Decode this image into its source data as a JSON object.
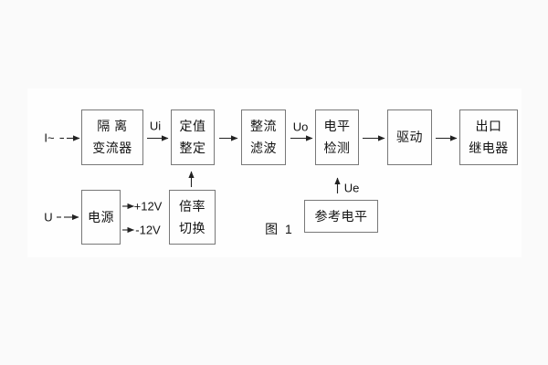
{
  "figure": {
    "caption": "图 1"
  },
  "blocks": {
    "isolation_converter": {
      "line1": "隔 离",
      "line2": "变流器"
    },
    "value_setting": {
      "line1": "定值",
      "line2": "整定"
    },
    "rectifier_filter": {
      "line1": "整流",
      "line2": "滤波"
    },
    "level_detector": {
      "line1": "电平",
      "line2": "检测"
    },
    "driver": {
      "line1": "驱动"
    },
    "output_relay": {
      "line1": "出口",
      "line2": "继电器"
    },
    "power_supply": {
      "line1": "电源"
    },
    "ratio_switch": {
      "line1": "倍率",
      "line2": "切换"
    },
    "reference_level": {
      "line1": "参考电平"
    }
  },
  "labels": {
    "input_current": "I~",
    "signal_ui": "Ui",
    "signal_uo": "Uo",
    "input_voltage": "U",
    "rail_positive": "+12V",
    "rail_negative": "-12V",
    "signal_ue": "Ue"
  },
  "colors": {
    "background": "#fafafa",
    "photo_area": "#fefefe",
    "box_border": "#787878",
    "wire": "#222222",
    "text": "#141414"
  }
}
